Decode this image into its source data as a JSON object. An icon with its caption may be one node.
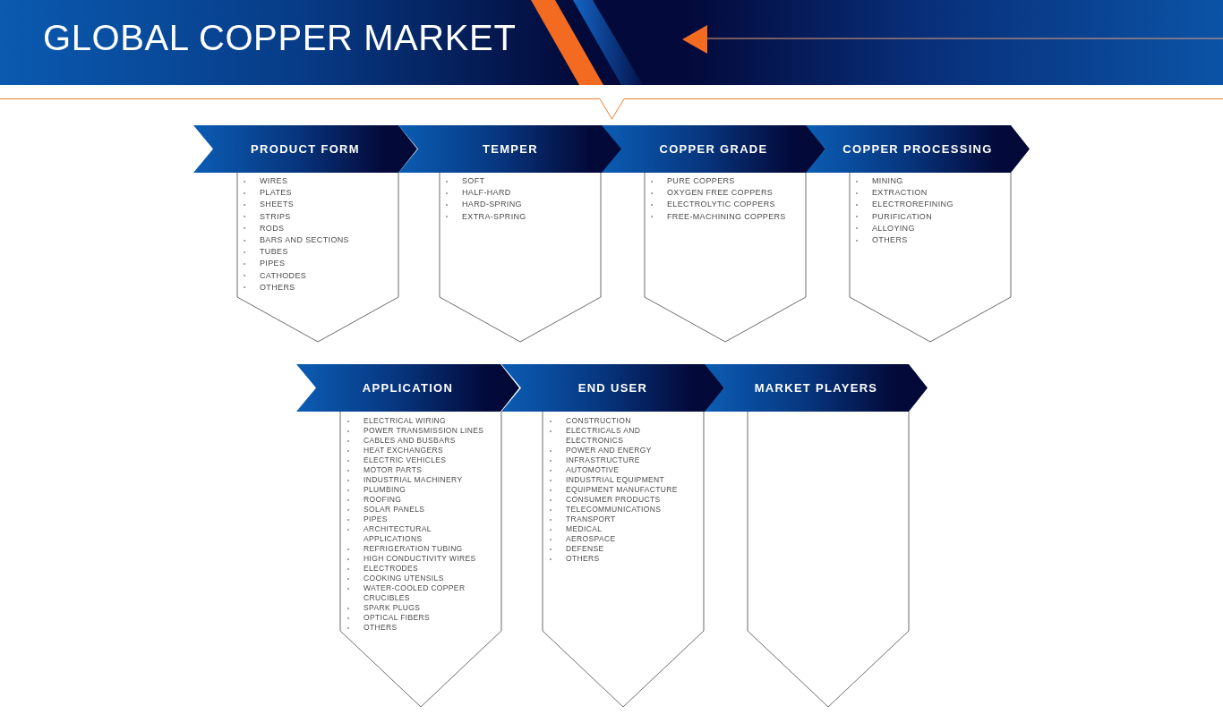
{
  "diagram": {
    "title": "GLOBAL COPPER MARKET",
    "nodes": [
      {
        "text": [
          "PRODUCT FORM"
        ]
      },
      {
        "text": [
          "WIRES",
          "PLATES",
          "SHEETS",
          "STRIPS",
          "RODS",
          "BARS AND SECTIONS",
          "TUBES",
          "PIPES",
          "CATHODES",
          "OTHERS"
        ]
      },
      {
        "text": [
          "TEMPER"
        ]
      },
      {
        "text": [
          "SOFT",
          "HALF-HARD",
          "HARD-SPRING",
          "EXTRA-SPRING"
        ]
      },
      {
        "text": [
          "COPPER GRADE"
        ]
      },
      {
        "text": [
          "PURE COPPERS",
          "OXYGEN FREE COPPERS",
          "ELECTROLYTIC COPPERS",
          "FREE-MACHINING COPPERS"
        ]
      },
      {
        "text": [
          "COPPER PROCESSING"
        ]
      },
      {
        "text": [
          "MINING",
          "EXTRACTION",
          "ELECTROREFINING",
          "PURIFICATION",
          "ALLOYING",
          "OTHERS"
        ]
      },
      {
        "text": [
          "APPLICATION"
        ]
      },
      {
        "text": [
          "ELECTRICAL WIRING",
          "POWER TRANSMISSION LINES",
          "CABLES AND BUSBARS",
          "HEAT EXCHANGERS",
          "ELECTRIC VEHICLES",
          "MOTOR PARTS",
          "INDUSTRIAL MACHINERY",
          "PLUMBING",
          "ROOFING",
          "SOLAR PANELS",
          "PIPES",
          "ARCHITECTURAL APPLICATIONS",
          "REFRIGERATION TUBING",
          "HIGH CONDUCTIVITY WIRES",
          "ELECTRODES",
          "COOKING UTENSILS",
          "WATER-COOLED COPPER CRUCIBLES",
          "SPARK PLUGS",
          "OPTICAL FIBERS",
          "OTHERS"
        ]
      },
      {
        "text": [
          "END USER"
        ]
      },
      {
        "text": [
          "CONSTRUCTION",
          "ELECTRICALS AND ELECTRONICS",
          "POWER AND ENERGY",
          "INFRASTRUCTURE",
          "AUTOMOTIVE",
          "INDUSTRIAL EQUIPMENT",
          "EQUIPMENT MANUFACTURE",
          "CONSUMER PRODUCTS",
          "TELECOMMUNICATIONS",
          "TRANSPORT",
          "MEDICAL",
          "AEROSPACE",
          "DEFENSE",
          "OTHERS"
        ]
      },
      {
        "text": [
          "MARKET PLAYERS"
        ]
      },
      {
        "text": [],
        "shape": "pentagon"
      }
    ]
  }
}
